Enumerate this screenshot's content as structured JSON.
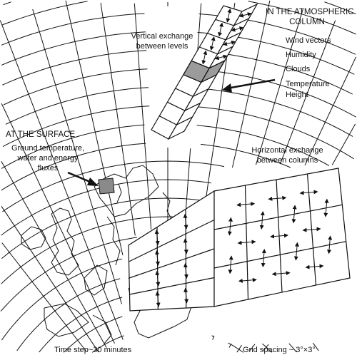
{
  "labels": {
    "atmospheric_header": [
      "IN THE ATMOSPHERIC",
      "COLUMN"
    ],
    "atmospheric_items": [
      "Wind vectors",
      "Humidity",
      "Clouds",
      "Temperature",
      "Height"
    ],
    "vertical_exchange": [
      "Vertical exchange",
      "between levels"
    ],
    "surface_header": "AT THE SURFACE",
    "surface_fluxes": [
      "Ground temperature,",
      "water and energy",
      "fluxes"
    ],
    "horizontal_exchange": [
      "Horizontal exchange",
      "between columns"
    ],
    "time_step": "Time step~30 minutes",
    "grid_spacing": "Grid spacing ~ 3°×3°"
  }
}
